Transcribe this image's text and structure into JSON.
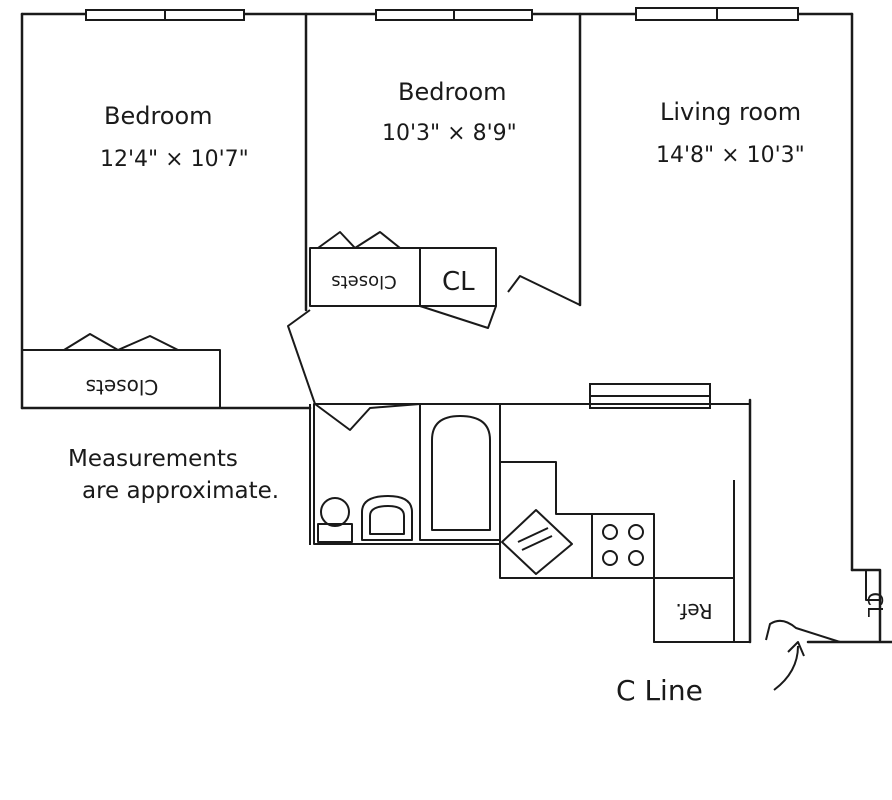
{
  "rooms": {
    "bedroom1": {
      "name": "Bedroom",
      "dims": "12'4\" × 10'7\""
    },
    "bedroom2": {
      "name": "Bedroom",
      "dims": "10'3\" × 8'9\""
    },
    "living": {
      "name": "Living room",
      "dims": "14'8\" × 10'3\""
    }
  },
  "closets": {
    "bedroom1": "Closets",
    "bedroom2": "Closets",
    "bedroom2_cl": "CL",
    "entry_cl": "CL"
  },
  "kitchen": {
    "fridge": "Ref."
  },
  "note": {
    "line1": "Measurements",
    "line2": "are approximate."
  },
  "entrance": {
    "label": "C Line"
  }
}
